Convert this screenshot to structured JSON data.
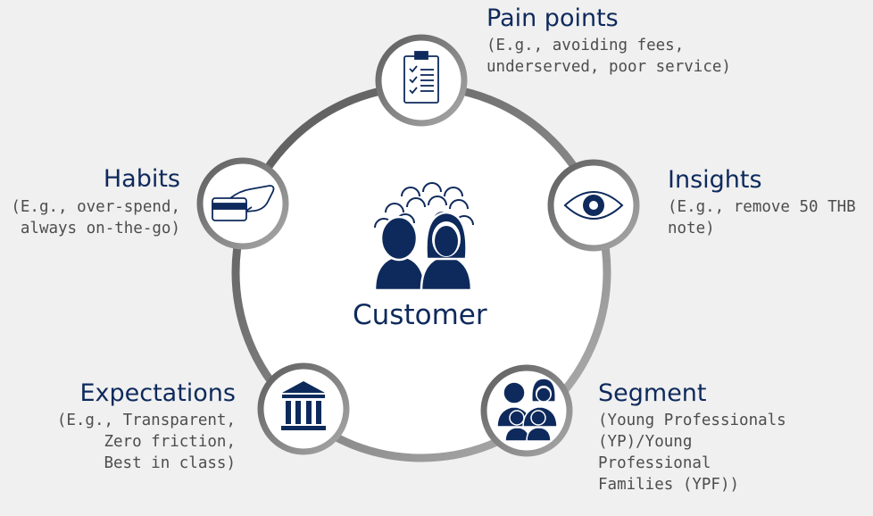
{
  "center": {
    "label": "Customer",
    "icon": "customer-crowd-icon"
  },
  "nodes": [
    {
      "id": "pain-points",
      "title": "Pain points",
      "lines": [
        "(E.g., avoiding fees,",
        "underserved, poor service)"
      ],
      "icon": "checklist-clipboard-icon"
    },
    {
      "id": "insights",
      "title": "Insights",
      "lines": [
        "(E.g., remove 50 THB",
        "note)"
      ],
      "icon": "eye-icon"
    },
    {
      "id": "segment",
      "title": "Segment",
      "lines": [
        "(Young Professionals",
        "(YP)/Young",
        "Professional",
        "Families (YPF))"
      ],
      "icon": "family-group-icon"
    },
    {
      "id": "expectations",
      "title": "Expectations",
      "lines": [
        "(E.g., Transparent,",
        "Zero friction,",
        "Best in class)"
      ],
      "icon": "bank-building-icon"
    },
    {
      "id": "habits",
      "title": "Habits",
      "lines": [
        "(E.g., over-spend,",
        "always on-the-go)"
      ],
      "icon": "hand-card-icon"
    }
  ],
  "colors": {
    "navy": "#0e2a5c",
    "ring_gray": "#6b6b6b",
    "text_gray": "#4d4d4d",
    "background": "#f0f0f0"
  }
}
